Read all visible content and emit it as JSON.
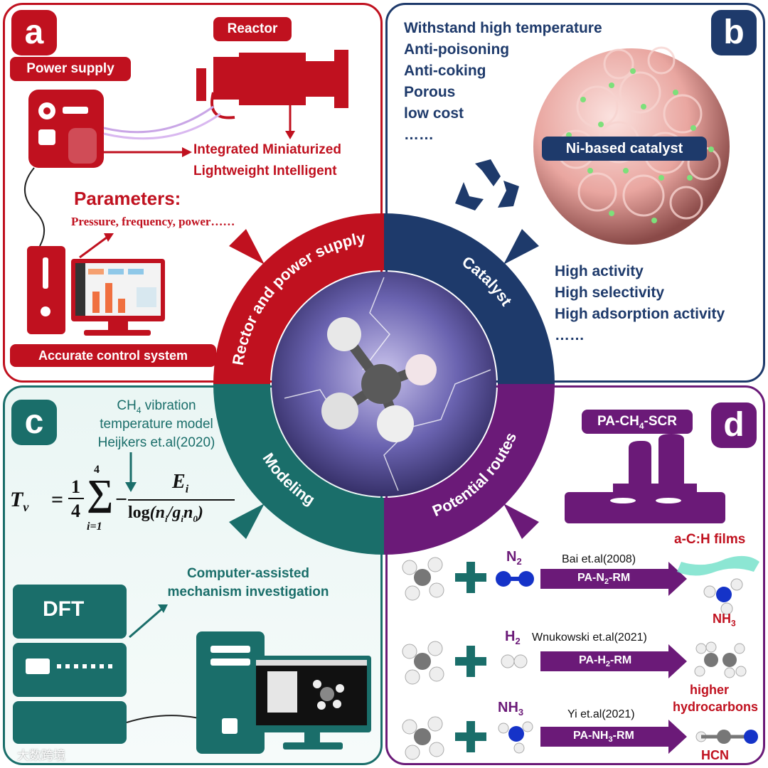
{
  "panel_a": {
    "badge": "a",
    "reactor_label": "Reactor",
    "power_supply_label": "Power supply",
    "features_line1": "Integrated Miniaturized",
    "features_line2": "Lightweight Intelligent",
    "parameters_title": "Parameters:",
    "parameters_text": "Pressure, frequency, power……",
    "control_label": "Accurate control system"
  },
  "panel_b": {
    "badge": "b",
    "properties": [
      "Withstand high temperature",
      "Anti-poisoning",
      "Anti-coking",
      "Porous",
      "low cost",
      "……"
    ],
    "catalyst_label": "Ni-based catalyst",
    "activities": [
      "High activity",
      "High selectivity",
      "High adsorption activity",
      "……"
    ]
  },
  "panel_c": {
    "badge": "c",
    "model_line1": "CH",
    "model_sub": "4",
    "model_line1_tail": " vibration",
    "model_line2": "temperature model",
    "model_line3": "Heijkers et.al(2020)",
    "equation": {
      "lhs": "T",
      "lhs_sub": "v",
      "eq": "=",
      "frac_num": "1",
      "frac_den": "4",
      "sum_top": "4",
      "sum_bottom": "i=1",
      "minus": "−",
      "num": "E",
      "num_sub": "i",
      "den_log": "log",
      "den_n": "n",
      "den_n_sub": "i",
      "den_g": "g",
      "den_g_sub": "i",
      "den_n0": "n",
      "den_n0_sub": "0"
    },
    "dft_label": "DFT",
    "mechanism_line1": "Computer-assisted",
    "mechanism_line2": "mechanism investigation"
  },
  "panel_d": {
    "badge": "d",
    "scr_label": "PA-CH",
    "scr_sub": "4",
    "scr_tail": "-SCR",
    "routes": [
      {
        "reactant": "N",
        "reactant_sub": "2",
        "ref": "Bai et.al(2008)",
        "arrow": "PA-N",
        "arrow_sub": "2",
        "arrow_tail": "-RM",
        "product_top": "a-C:H films",
        "product": "NH",
        "product_sub": "3"
      },
      {
        "reactant": "H",
        "reactant_sub": "2",
        "ref": "Wnukowski et.al(2021)",
        "arrow": "PA-H",
        "arrow_sub": "2",
        "arrow_tail": "-RM",
        "product_top": "higher",
        "product": "hydrocarbons",
        "product_sub": ""
      },
      {
        "reactant": "NH",
        "reactant_sub": "3",
        "ref": "Yi et.al(2021)",
        "arrow": "PA-NH",
        "arrow_sub": "3",
        "arrow_tail": "-RM",
        "product_top": "",
        "product": "HCN",
        "product_sub": ""
      }
    ]
  },
  "center": {
    "quadrants": [
      "Rector and power supply",
      "Catalyst",
      "Modeling",
      "Potential routes"
    ]
  },
  "watermark": "大数跨境",
  "colors": {
    "red": "#c0111f",
    "navy": "#1e3a6b",
    "teal": "#1a6e6a",
    "purple": "#6b1a78"
  }
}
